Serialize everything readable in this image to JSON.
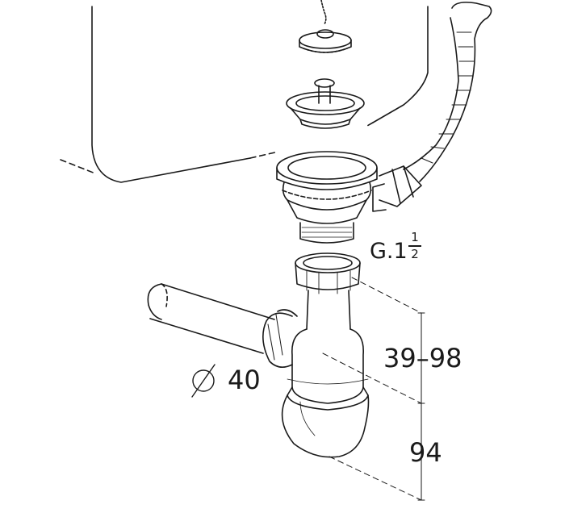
{
  "colors": {
    "line": "#1a1a1a",
    "background": "#ffffff"
  },
  "labels": {
    "thread_prefix": "G.1",
    "thread_numerator": "1",
    "thread_denominator": "2",
    "diameter_value": "40",
    "height_range": "39–98",
    "trap_height": "94"
  },
  "icons": {
    "diameter_symbol": "diameter-symbol-icon"
  }
}
